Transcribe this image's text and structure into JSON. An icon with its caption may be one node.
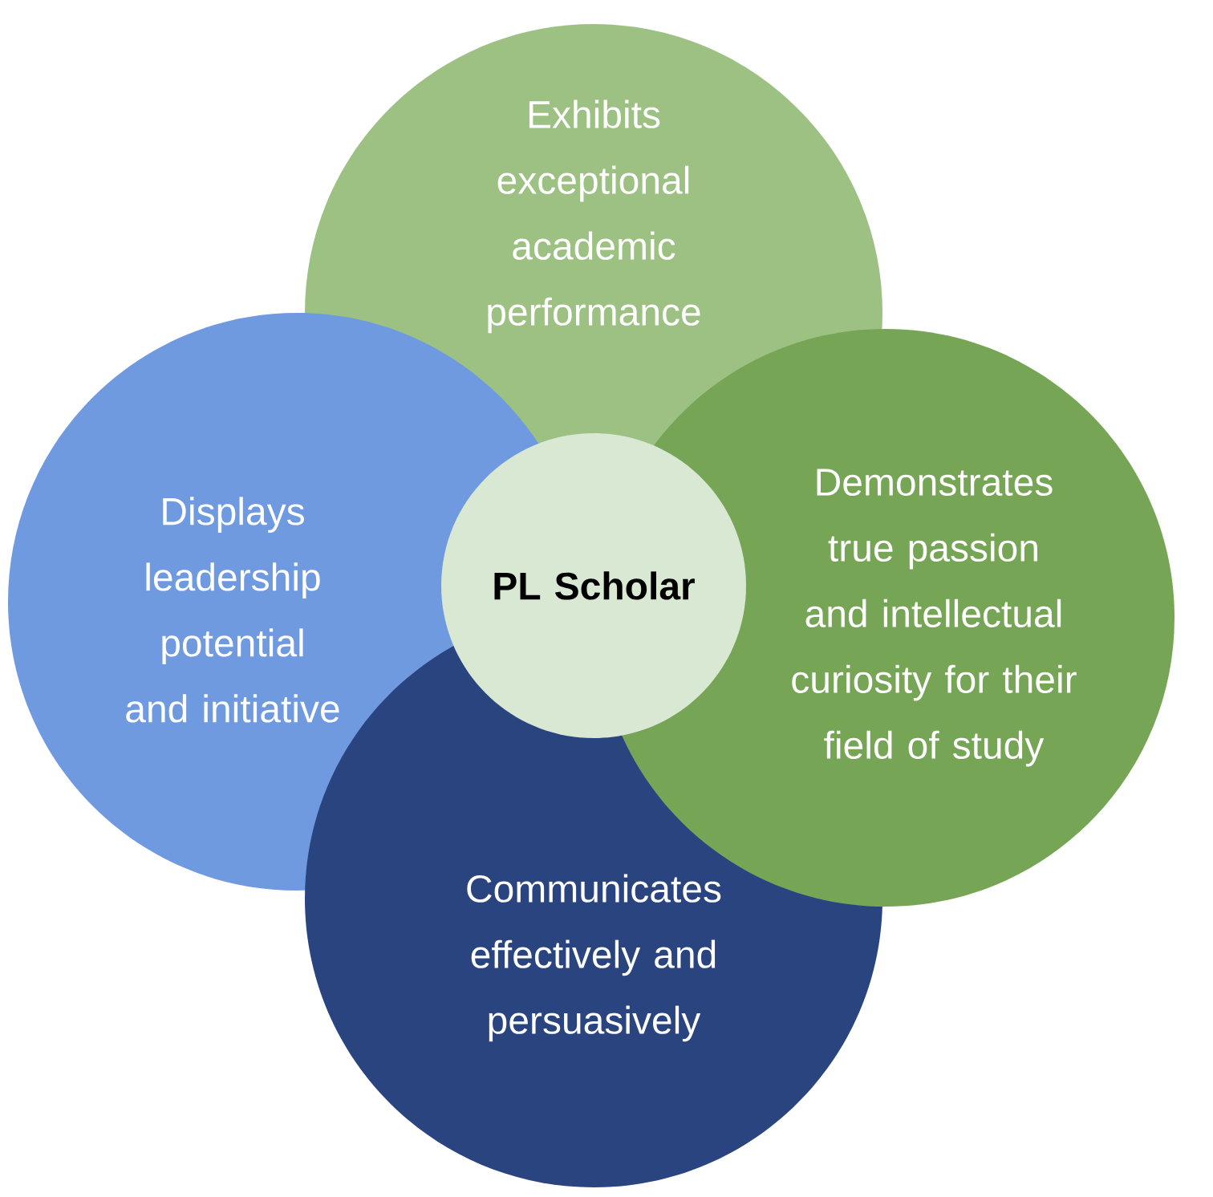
{
  "diagram": {
    "nodes": [
      {
        "text": [
          "Exhibits exceptional academic performance"
        ]
      },
      {
        "text": [
          "Displays leadership potential and initiative"
        ]
      },
      {
        "text": [
          "PL Scholar"
        ]
      },
      {
        "text": [
          "Demonstrates true passion and intellectual curiosity for their field of study"
        ]
      },
      {
        "text": [
          "Communicates effectively and persuasively"
        ]
      }
    ]
  }
}
